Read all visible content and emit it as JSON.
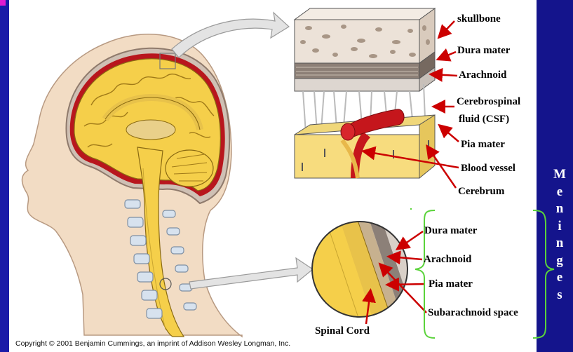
{
  "labels": {
    "skullbone": "skullbone",
    "dura_top": "Dura mater",
    "arachnoid_top": "Arachnoid",
    "csf_line1": "Cerebrospinal",
    "csf_line2": "fluid (CSF)",
    "pia_top": "Pia mater",
    "blood_vessel": "Blood vessel",
    "cerebrum": "Cerebrum",
    "dura_bottom": "Dura mater",
    "arachnoid_bottom": "Arachnoid",
    "pia_bottom": "Pia mater",
    "subarachnoid": "Subarachnoid space",
    "spinal_cord": "Spinal Cord"
  },
  "side_word": [
    "M",
    "e",
    "n",
    "i",
    "n",
    "g",
    "e",
    "s"
  ],
  "copyright": "Copyright © 2001 Benjamin Cummings, an imprint of Addison Wesley Longman, Inc.",
  "colors": {
    "frame_blue": "#1a1aa8",
    "arrow_red": "#cc0000",
    "brace_green": "#5ad33a",
    "brain_yellow": "#f5cf4a",
    "skin": "#f2dcc4"
  }
}
